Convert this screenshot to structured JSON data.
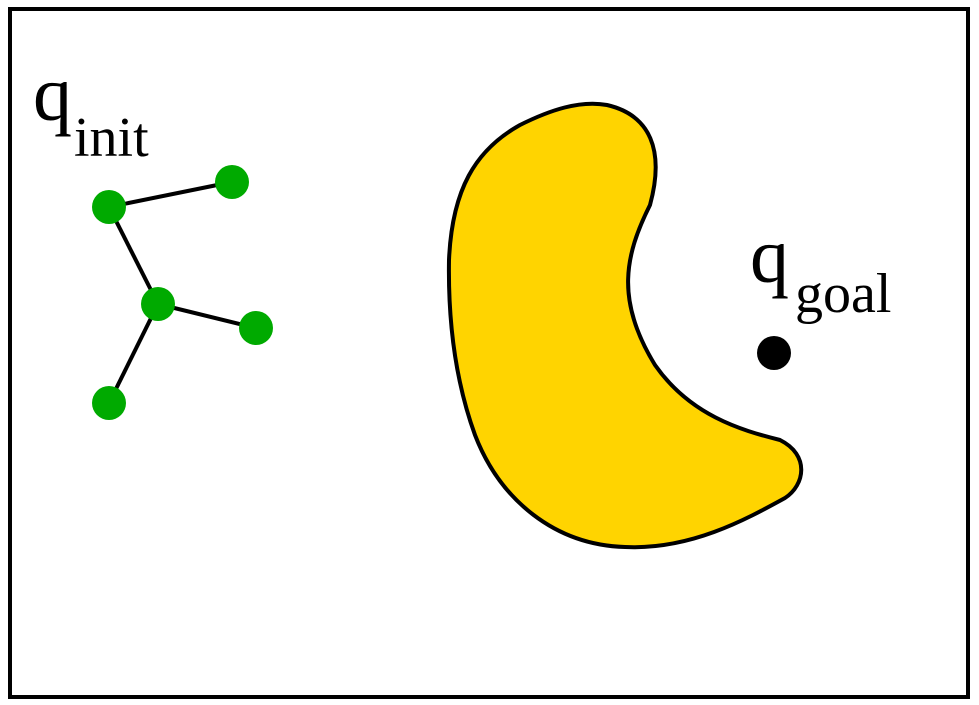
{
  "labels": {
    "init_main": "q",
    "init_sub": "init",
    "goal_main": "q",
    "goal_sub": "goal"
  },
  "colors": {
    "frame": "#000000",
    "tree_node": "#00aa00",
    "tree_edge": "#000000",
    "obstacle_fill": "#ffd400",
    "obstacle_stroke": "#000000",
    "goal_point": "#000000"
  },
  "tree": {
    "node_count": 5,
    "edge_count": 4,
    "edges": [
      [
        0,
        1
      ],
      [
        0,
        2
      ],
      [
        2,
        3
      ],
      [
        2,
        4
      ]
    ]
  }
}
